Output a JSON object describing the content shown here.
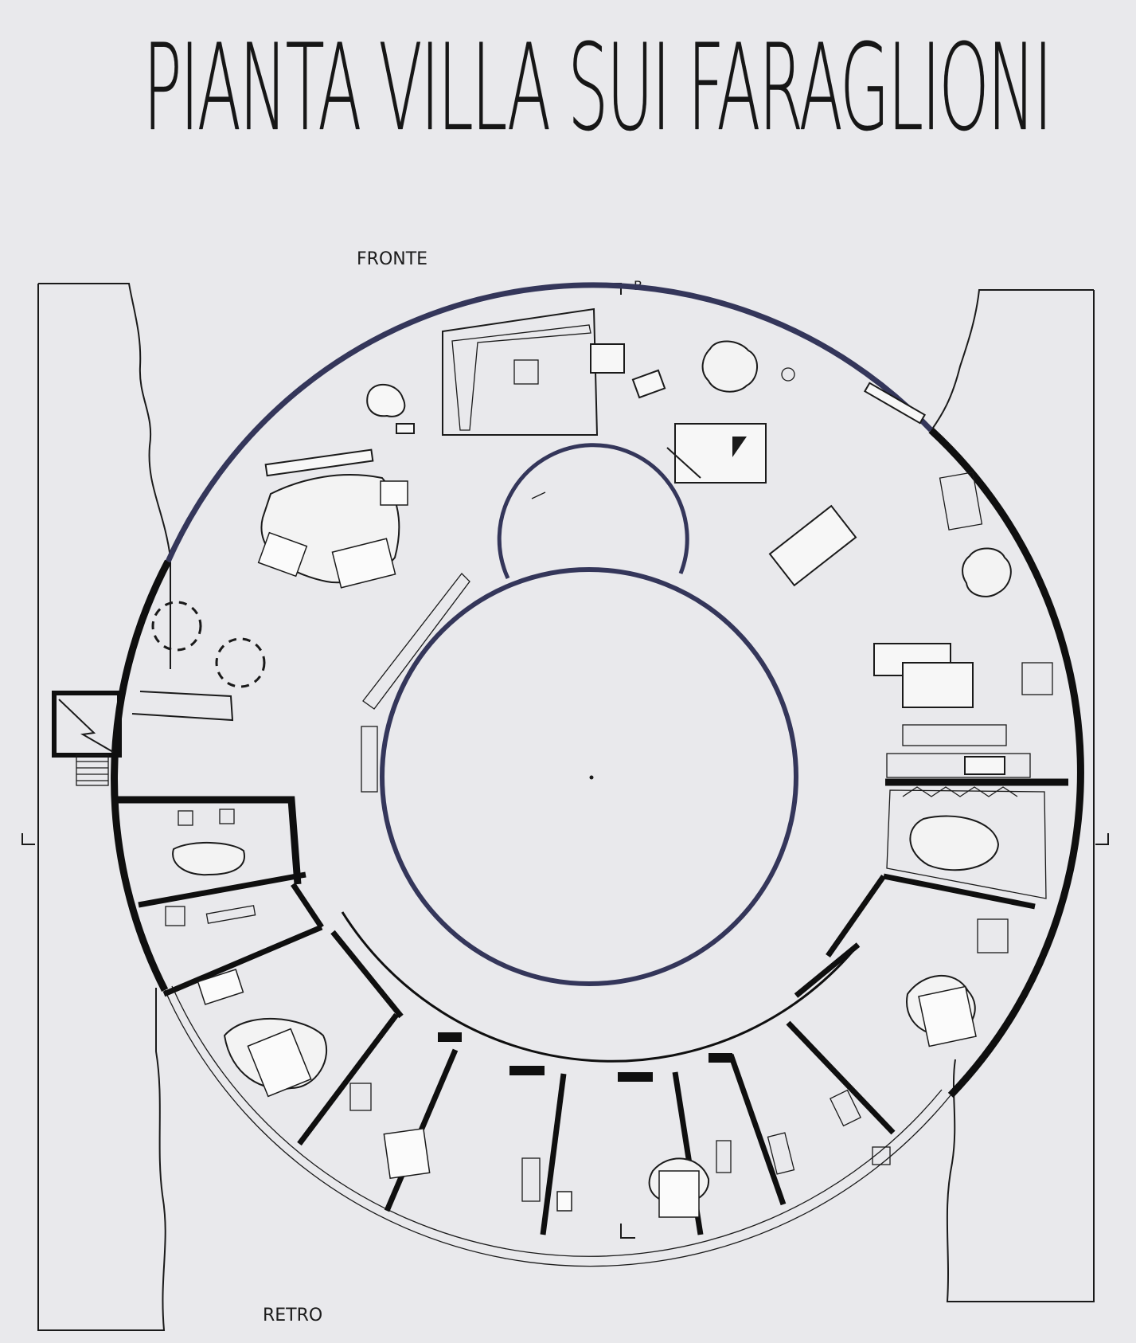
{
  "title": "PIANTA VILLA  SUI FARAGLIONI",
  "labels": {
    "front": "FRONTE",
    "back": "RETRO",
    "section_mark": "B"
  },
  "colors": {
    "paper": "#e9e9ec",
    "ink": "#1a1a1a",
    "front_wall": "#34365a"
  }
}
